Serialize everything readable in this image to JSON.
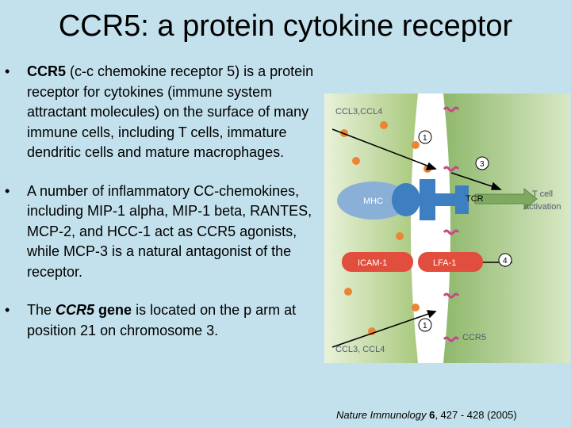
{
  "slide": {
    "title": "CCR5: a protein cytokine receptor",
    "bullet_symbol": "•",
    "bullets": [
      {
        "parts": [
          {
            "text": "CCR5",
            "bold": true
          },
          {
            "text": " (c-c chemokine receptor 5) is a protein receptor for cytokines (immune system attractant molecules) on the surface of many immune cells, including T cells, immature dendritic cells and mature macrophages."
          }
        ]
      },
      {
        "parts": [
          {
            "text": "A number of inflammatory CC-chemokines, including MIP-1 alpha, MIP-1 beta, RANTES, MCP-2, and HCC-1 act as CCR5 agonists, while MCP-3 is a natural antagonist of the receptor."
          }
        ]
      },
      {
        "parts": [
          {
            "text": "The "
          },
          {
            "text": "CCR5",
            "bold": true,
            "italic": true
          },
          {
            "text": " gene",
            "bold": true
          },
          {
            "text": " is located on the p arm at position 21 on chromosome 3."
          }
        ]
      }
    ]
  },
  "figure": {
    "labels": {
      "ccl_top": "CCL3,CCL4",
      "ccl_bottom": "CCL3, CCL4",
      "mhc": "MHC",
      "tcr": "TCR",
      "t_cell_line1": "T cell",
      "t_cell_line2": "activation",
      "icam": "ICAM-1",
      "lfa": "LFA-1",
      "ccr5": "CCR5",
      "step1_top": "1",
      "step3": "3",
      "step4": "4",
      "step1_bottom": "1"
    },
    "colors": {
      "left_cell": "#b9d48c",
      "right_cell": "#9fc17b",
      "gap": "#ffffff",
      "mhc_protein": "#3d7fc1",
      "adhesion_bar": "#e24e3d",
      "chemokine": "#eb8534",
      "receptor": "#c8478b"
    }
  },
  "citation": {
    "journal": "Nature Immunology",
    "volume": "6",
    "pages": ", 427 - 428 (2005)"
  }
}
